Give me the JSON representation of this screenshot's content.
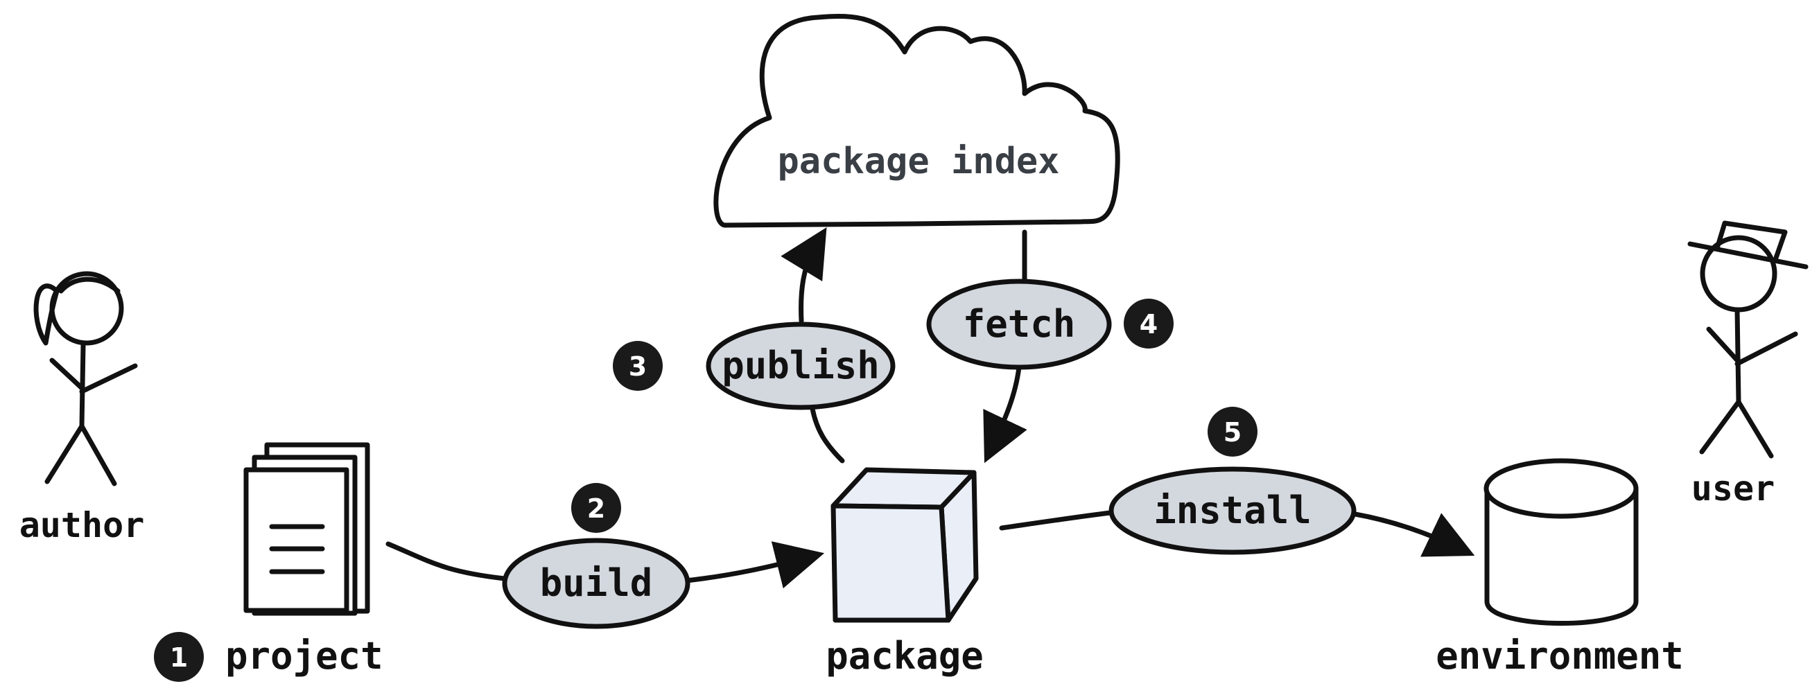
{
  "diagram": {
    "actors": {
      "author": "author",
      "user": "user"
    },
    "nodes": {
      "project": "project",
      "package": "package",
      "environment": "environment",
      "package_index": "package index"
    },
    "actions": {
      "build": "build",
      "publish": "publish",
      "fetch": "fetch",
      "install": "install"
    },
    "steps": {
      "s1": "1",
      "s2": "2",
      "s3": "3",
      "s4": "4",
      "s5": "5"
    },
    "colors": {
      "ink": "#111111",
      "action_fill": "#d3d7de",
      "cube_fill": "#e9eef7",
      "step_fill": "#1a1a1a",
      "background": "#ffffff"
    }
  }
}
